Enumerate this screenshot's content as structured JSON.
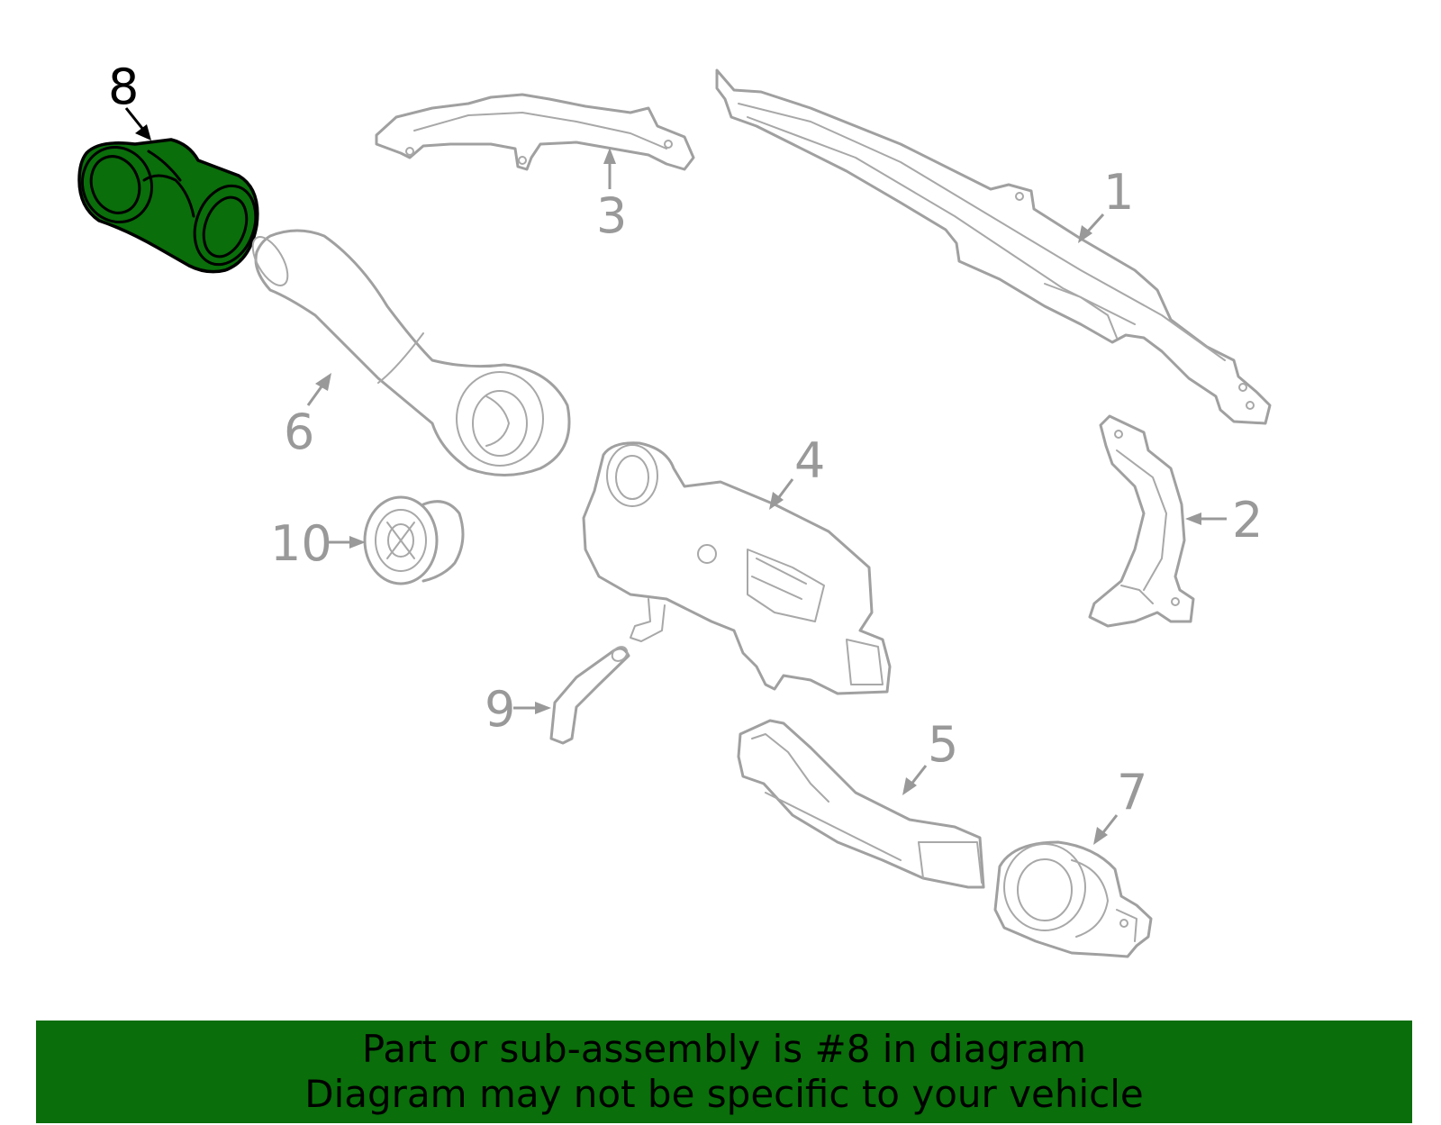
{
  "callouts": [
    {
      "id": "1",
      "label": "1"
    },
    {
      "id": "2",
      "label": "2"
    },
    {
      "id": "3",
      "label": "3"
    },
    {
      "id": "4",
      "label": "4"
    },
    {
      "id": "5",
      "label": "5"
    },
    {
      "id": "6",
      "label": "6"
    },
    {
      "id": "7",
      "label": "7"
    },
    {
      "id": "8",
      "label": "8",
      "highlighted": true
    },
    {
      "id": "9",
      "label": "9"
    },
    {
      "id": "10",
      "label": "10"
    }
  ],
  "highlight_color": "#0a6e0a",
  "banner": {
    "line1": "Part or sub-assembly is #8 in diagram",
    "line2": "Diagram may not be specific to your vehicle"
  }
}
